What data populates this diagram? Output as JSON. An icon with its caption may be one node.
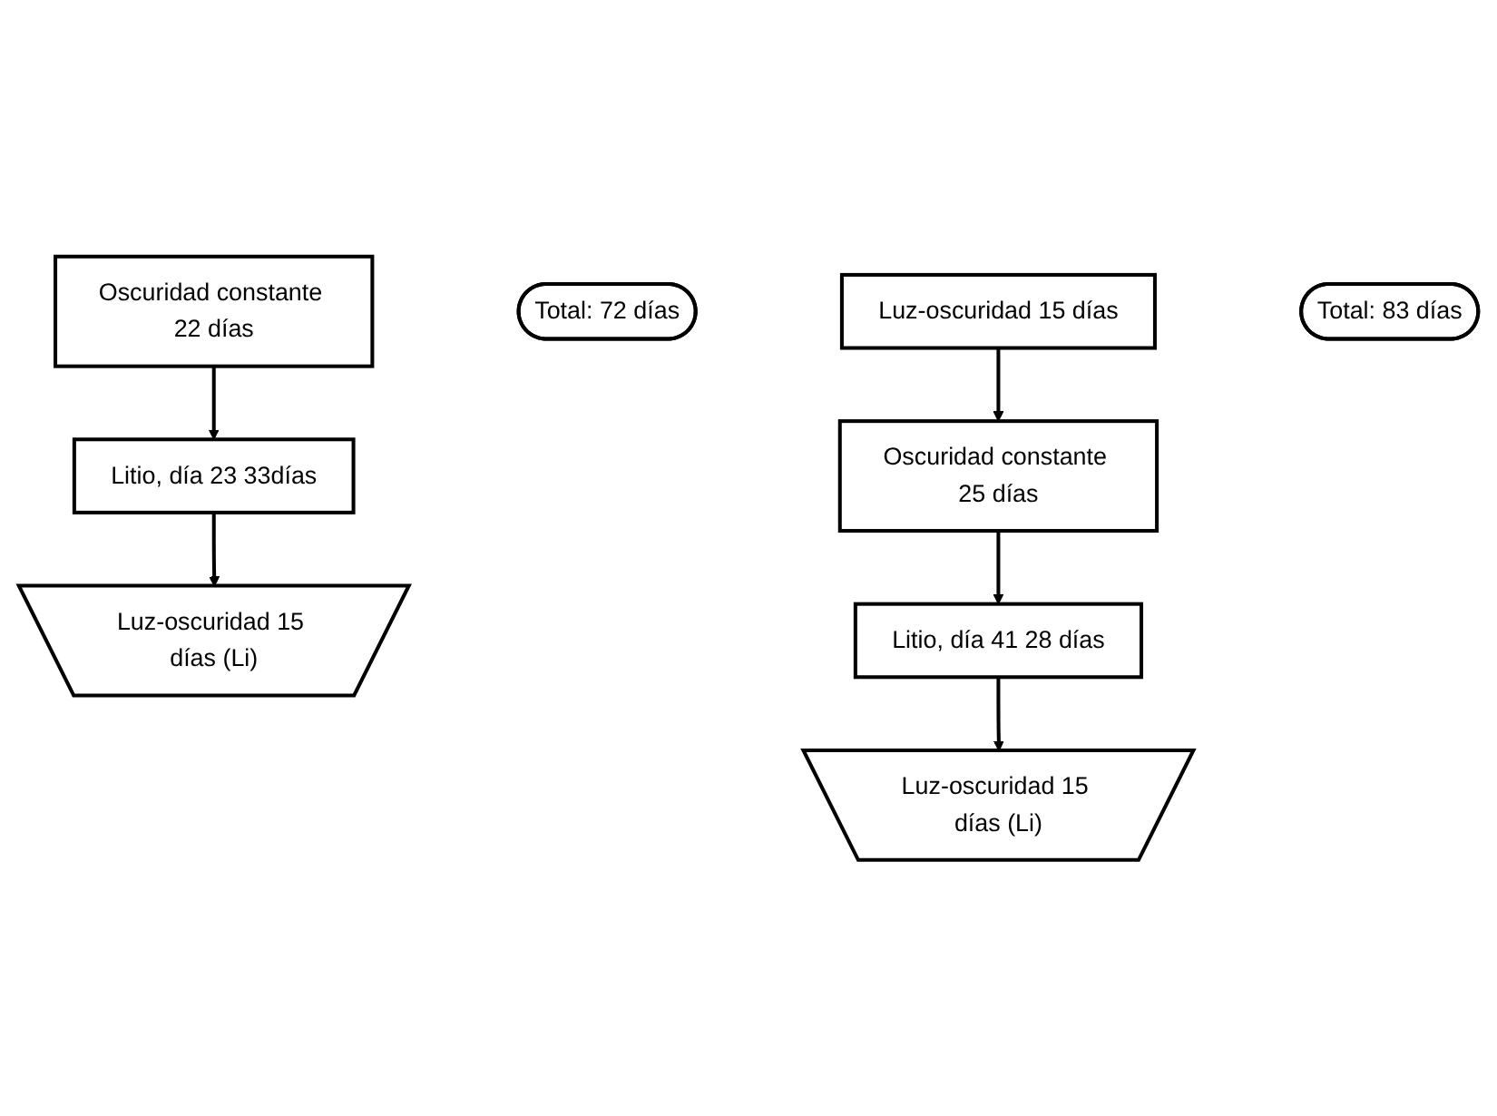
{
  "diagram": {
    "nodes": [
      {
        "text": [
          "Oscuridad constante 22 días"
        ]
      },
      {
        "text": [
          "Litio, día 23 33días"
        ]
      },
      {
        "text": [
          "Luz-oscuridad 15 días (Li)"
        ]
      },
      {
        "text": [
          "Total: 72 días"
        ]
      },
      {
        "text": [
          "Luz-oscuridad 15 días"
        ]
      },
      {
        "text": [
          "Oscuridad constante 25 días"
        ]
      },
      {
        "text": [
          "Litio, día 41 28 días"
        ]
      },
      {
        "text": [
          "Luz-oscuridad 15 días (Li)"
        ]
      },
      {
        "text": [
          "Total: 83 días"
        ]
      }
    ],
    "edges": [
      {
        "from": 0,
        "to": 1,
        "arrow": "to"
      },
      {
        "from": 1,
        "to": 2,
        "arrow": "to"
      },
      {
        "from": 4,
        "to": 5,
        "arrow": "to"
      },
      {
        "from": 5,
        "to": 6,
        "arrow": "to"
      },
      {
        "from": 6,
        "to": 7,
        "arrow": "to"
      }
    ]
  }
}
